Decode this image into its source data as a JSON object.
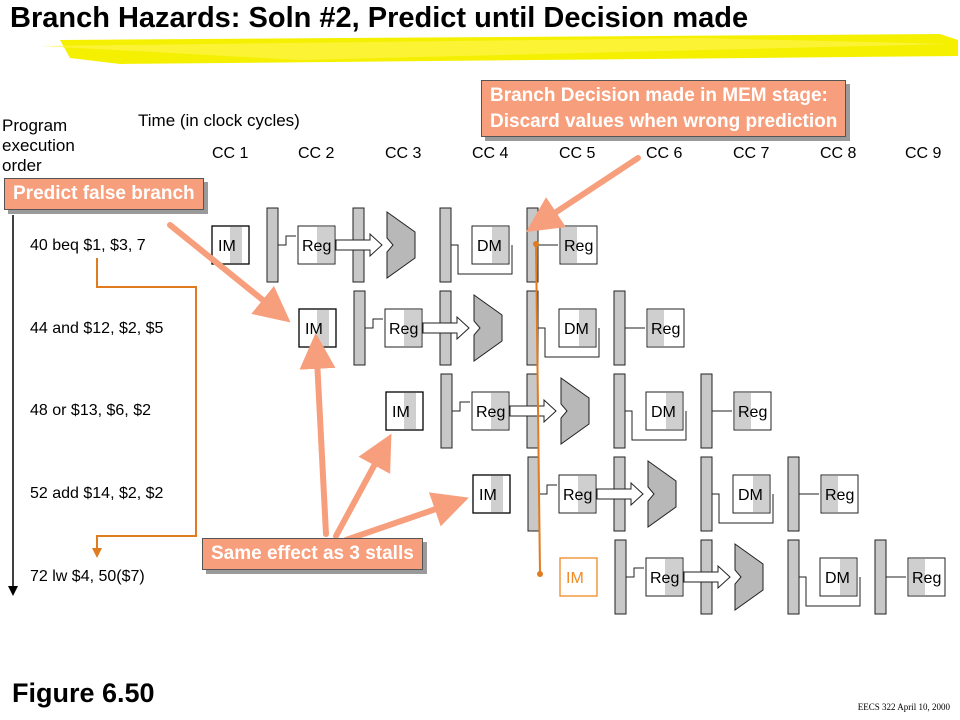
{
  "title": "Branch Hazards: Soln #2, Predict until Decision made",
  "axis": {
    "program_label": [
      "Program",
      "execution",
      "order"
    ],
    "time_label": "Time (in clock cycles)",
    "clock_cycles": [
      "CC 1",
      "CC 2",
      "CC 3",
      "CC 4",
      "CC 5",
      "CC 6",
      "CC 7",
      "CC 8",
      "CC 9"
    ]
  },
  "instructions": [
    "40 beq $1, $3, 7",
    "44 and $12, $2, $5",
    "48 or $13, $6, $2",
    "52 add $14, $2, $2",
    "72 lw $4, 50($7)"
  ],
  "stage_labels": {
    "im": "IM",
    "reg": "Reg",
    "dm": "DM"
  },
  "callouts": {
    "predict": "Predict false branch",
    "decision_line1": "Branch Decision made in MEM stage:",
    "decision_line2": "Discard values when wrong prediction",
    "stalls": "Same effect as 3 stalls"
  },
  "figure_label": "Figure 6.50",
  "footer": "EECS 322 April 10, 2000",
  "colors": {
    "arrow": "#f79f7c",
    "branch_line": "#e07b1f",
    "callout_bg": "#f79f7c",
    "highlighter": "#f4f000"
  }
}
